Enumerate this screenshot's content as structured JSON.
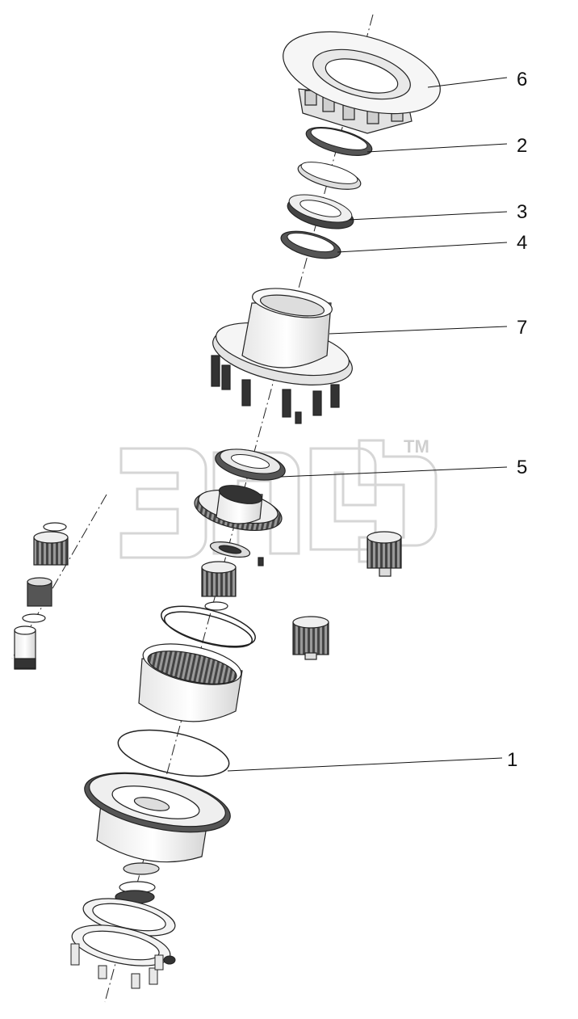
{
  "watermark": {
    "tm": "TM"
  },
  "callouts": [
    {
      "id": "6",
      "label": "6"
    },
    {
      "id": "2",
      "label": "2"
    },
    {
      "id": "3",
      "label": "3"
    },
    {
      "id": "4",
      "label": "4"
    },
    {
      "id": "7",
      "label": "7"
    },
    {
      "id": "5",
      "label": "5"
    },
    {
      "id": "1",
      "label": "1"
    }
  ],
  "colors": {
    "line": "#2a2a2a",
    "fill_light": "#f4f4f4",
    "fill_mid": "#dcdcdc",
    "fill_dark": "#555555",
    "watermark": "#d9d9d9"
  }
}
